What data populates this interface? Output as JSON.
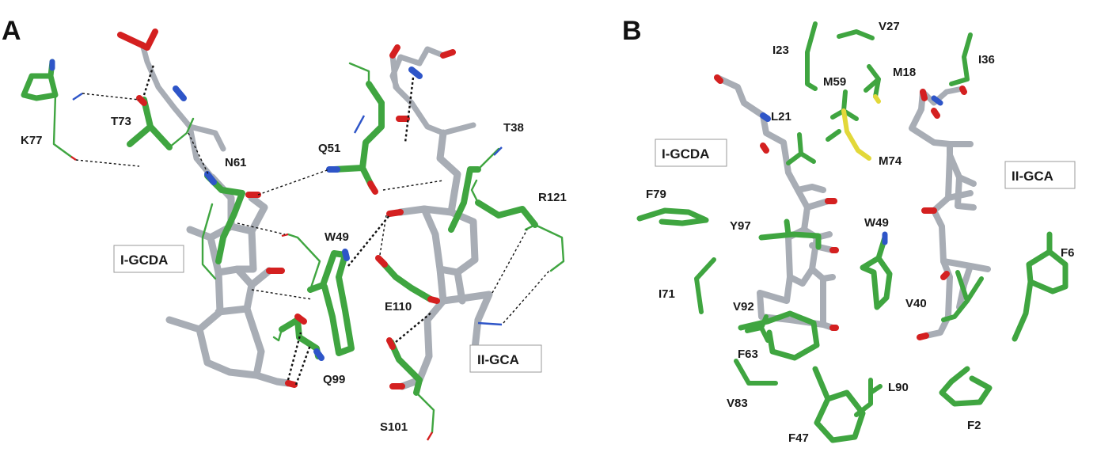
{
  "colors": {
    "ligand_carbon": "#a8adb5",
    "protein_carbon": "#3fa540",
    "oxygen": "#d42020",
    "nitrogen": "#2e55c8",
    "sulfur": "#e2d83a",
    "hbond": "#111111"
  },
  "panels": [
    {
      "letter": "A",
      "ligands": [
        "I-GCDA",
        "II-GCA"
      ],
      "residues": [
        "K77",
        "T73",
        "N61",
        "Q51",
        "T38",
        "R121",
        "W49",
        "E110",
        "Q99",
        "S101"
      ]
    },
    {
      "letter": "B",
      "ligands": [
        "I-GCDA",
        "II-GCA"
      ],
      "residues": [
        "V27",
        "I23",
        "I36",
        "M59",
        "M18",
        "L21",
        "M74",
        "F79",
        "Y97",
        "W49",
        "F6",
        "I71",
        "V92",
        "V40",
        "F63",
        "L90",
        "V83",
        "F47",
        "F2"
      ]
    }
  ]
}
